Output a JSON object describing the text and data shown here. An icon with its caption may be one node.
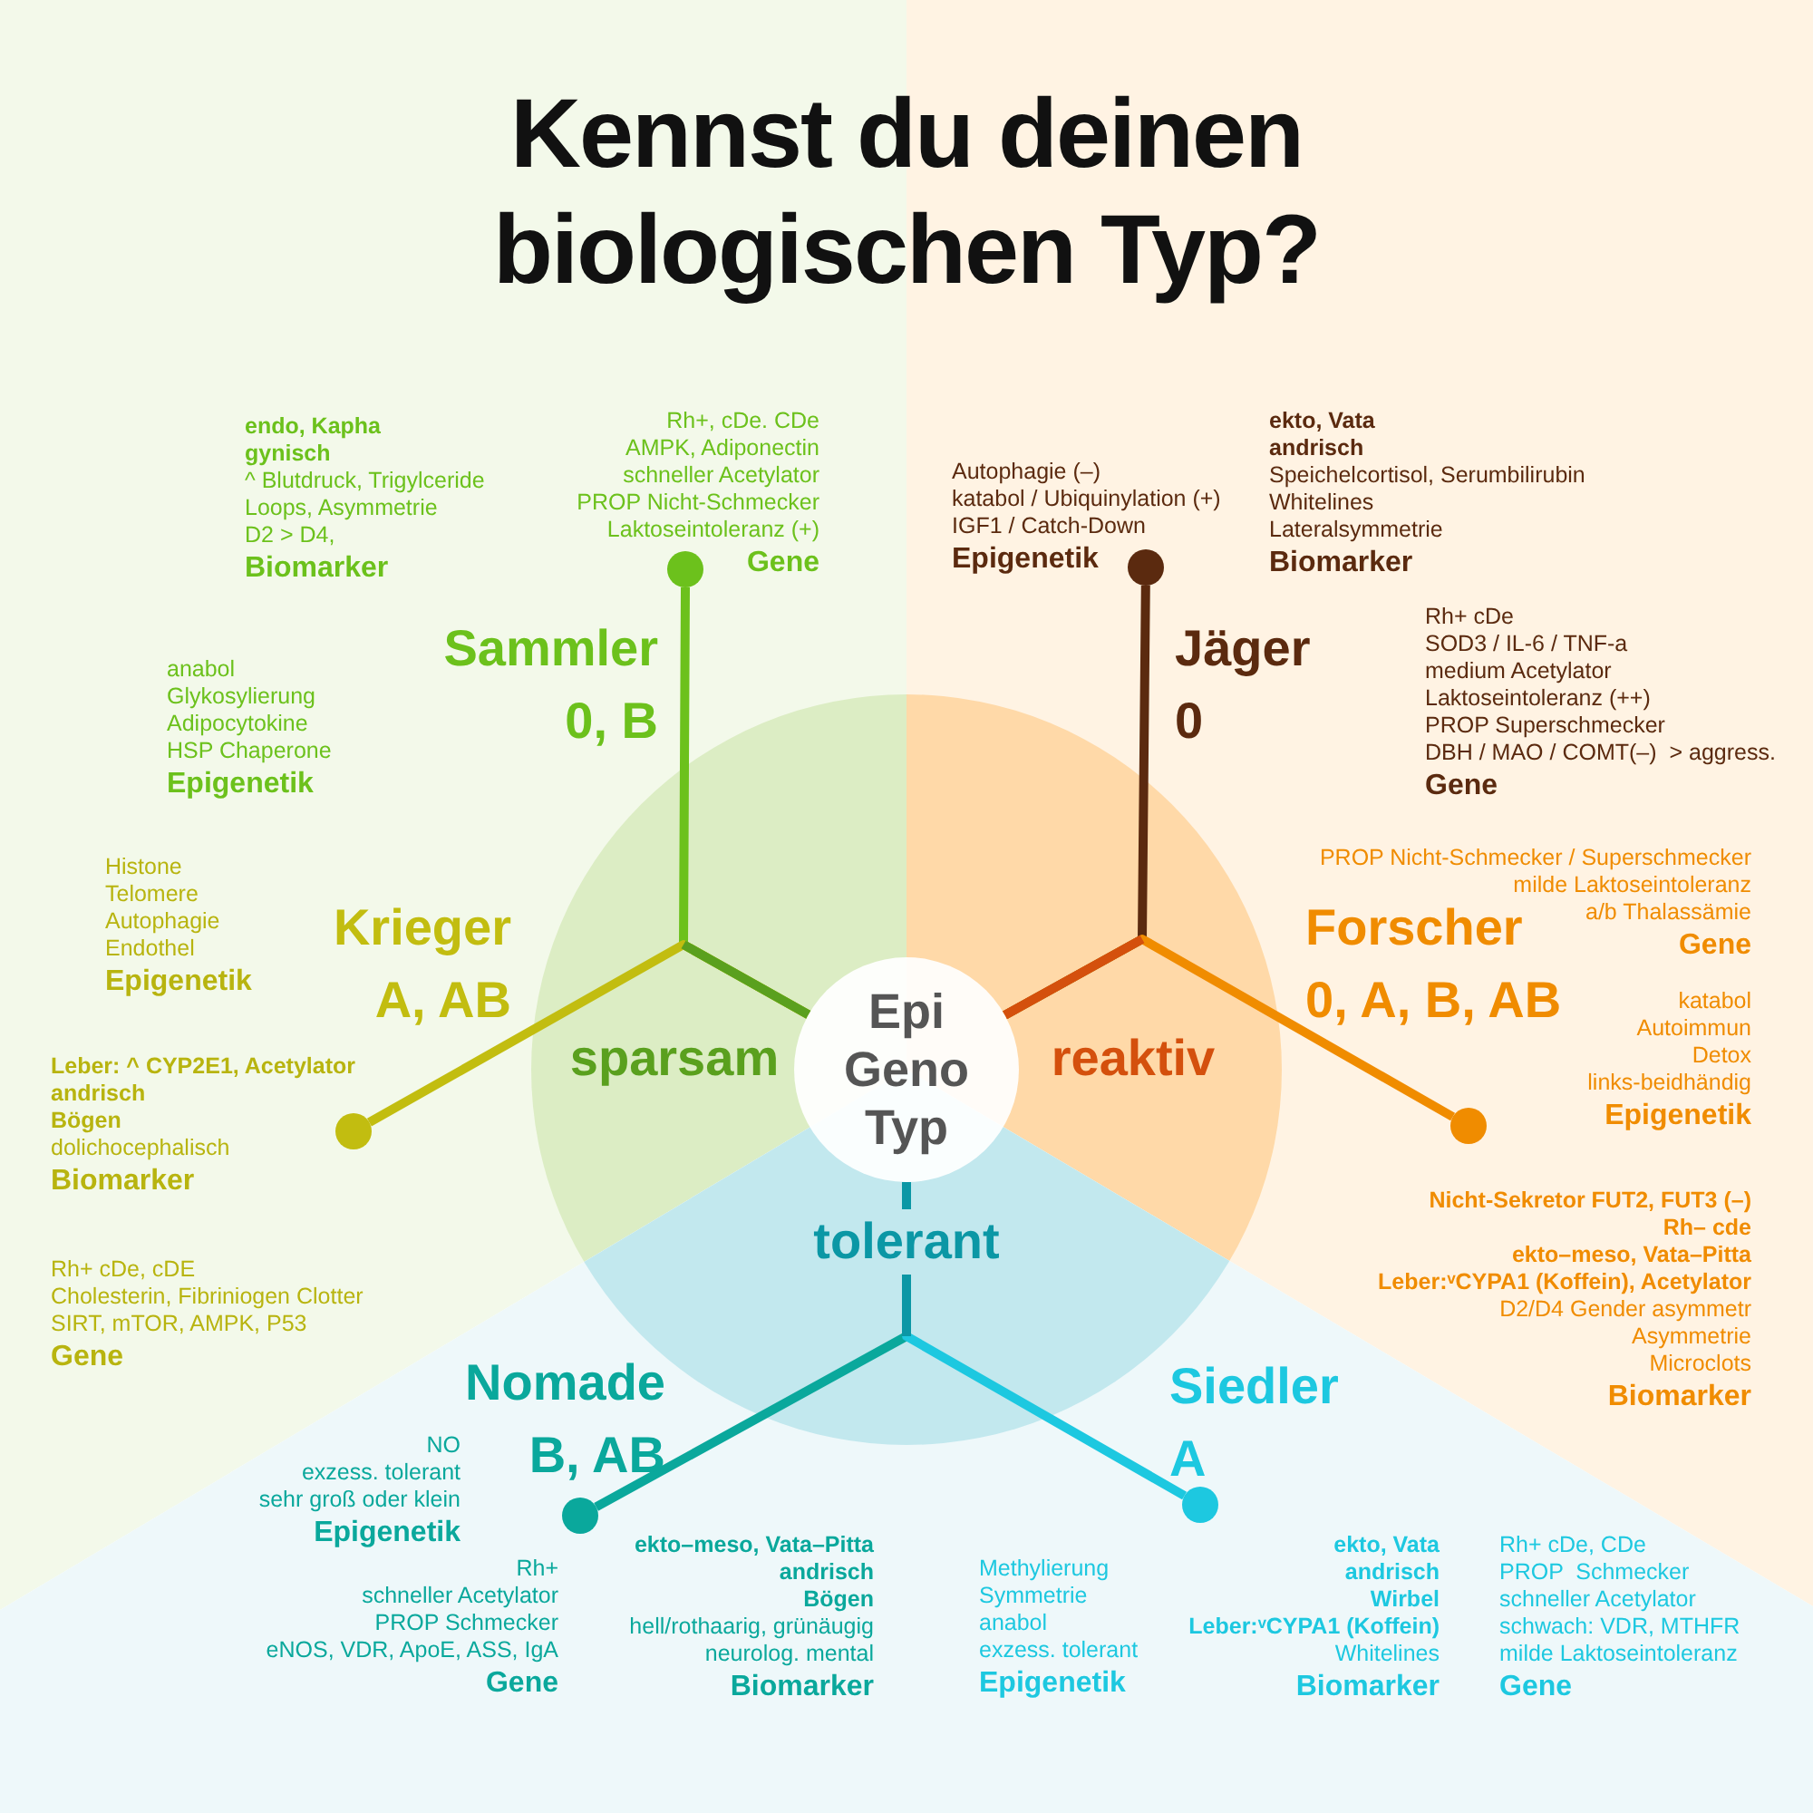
{
  "diagram": {
    "title": "Kennst du deinen biologischen Typ?",
    "nodes": [
      {
        "text": [
          "Epi Geno Typ"
        ]
      },
      {
        "text": [],
        "shape": "circle",
        "beside": [
          "Sammler",
          "0, B"
        ]
      },
      {
        "text": [],
        "shape": "circle",
        "beside": [
          "Krieger",
          "A, AB"
        ]
      },
      {
        "text": [],
        "shape": "circle",
        "beside": [
          "Jäger",
          "0"
        ]
      },
      {
        "text": [],
        "shape": "circle",
        "beside": [
          "Forscher",
          "0, A, B, AB"
        ]
      },
      {
        "text": [],
        "shape": "circle",
        "beside": [
          "Nomade",
          "B, AB"
        ]
      },
      {
        "text": [],
        "shape": "circle",
        "beside": [
          "Siedler",
          "A"
        ]
      }
    ],
    "edges": [
      {
        "from": 0,
        "to": 1,
        "arrow": "none",
        "color": "#6cc11c"
      },
      {
        "from": 0,
        "to": 2,
        "arrow": "none",
        "color": "#c2bd10"
      },
      {
        "from": 0,
        "to": 3,
        "arrow": "none",
        "color": "#5b2a0f"
      },
      {
        "from": 0,
        "to": 4,
        "arrow": "none",
        "color": "#f08c00"
      },
      {
        "from": 0,
        "to": 5,
        "arrow": "none",
        "color": "#0aa89c"
      },
      {
        "from": 0,
        "to": 6,
        "arrow": "none",
        "color": "#1dc8e0"
      }
    ],
    "labels": [
      "endo, Kapha",
      "gynisch",
      "^ Blutdruck, Trigylceride",
      "Loops, Asymmetrie",
      "D2 > D4,",
      "Biomarker",
      "Rh+, cDe. CDe",
      "AMPK, Adiponectin",
      "schneller Acetylator",
      "PROP Nicht-Schmecker",
      "Laktoseintoleranz (+)",
      "Gene",
      "ekto, Vata",
      "andrisch",
      "Speichelcortisol, Serumbilirubin",
      "Whitelines",
      "Lateralsymmetrie",
      "Biomarker",
      "Autophagie (–)",
      "katabol / Ubiquinylation (+)",
      "IGF1 / Catch-Down",
      "Epigenetik",
      "Rh+ cDe",
      "SOD3 / IL-6 / TNF-a",
      "medium Acetylator",
      "Laktoseintoleranz (++)",
      "PROP Superschmecker",
      "DBH / MAO / COMT(–)  > aggress.",
      "Gene",
      "anabol",
      "Glykosylierung",
      "Adipocytokine",
      "HSP Chaperone",
      "Epigenetik",
      "PROP Nicht-Schmecker / Superschmecker",
      "milde Laktoseintoleranz",
      "a/b Thalassämie",
      "Gene",
      "Histone",
      "Telomere",
      "Autophagie",
      "Endothel",
      "Epigenetik",
      "katabol",
      "Autoimmun",
      "Detox",
      "links-beidhändig",
      "Epigenetik",
      "Leber: ^ CYP2E1, Acetylator",
      "andrisch",
      "Bögen",
      "dolichocephalisch",
      "Biomarker",
      "sparsam",
      "reaktiv",
      "Nicht-Sekretor FUT2, FUT3 (–)",
      "Rh– cde",
      "ekto–meso, Vata–Pitta",
      "Leber:ᵛCYPA1 (Koffein), Acetylator",
      "D2/D4 Gender asymmetr",
      "Asymmetrie",
      "Microclots",
      "Biomarker",
      "tolerant",
      "Rh+ cDe, cDE",
      "Cholesterin, Fibriniogen Clotter",
      "SIRT, mTOR, AMPK, P53",
      "Gene",
      "NO",
      "exzess. tolerant",
      "sehr groß oder klein",
      "Epigenetik",
      "ekto–meso, Vata–Pitta",
      "andrisch",
      "Bögen",
      "hell/rothaarig, grünäugig",
      "neurolog. mental",
      "Biomarker",
      "Rh+",
      "schneller Acetylator",
      "PROP Schmecker",
      "eNOS, VDR, ApoE, ASS, IgA",
      "Gene",
      "ekto, Vata",
      "andrisch",
      "Wirbel",
      "Leber:ᵛCYPA1 (Koffein)",
      "Whitelines",
      "Biomarker",
      "Rh+ cDe, CDe",
      "PROP  Schmecker",
      "schneller Acetylator",
      "schwach: VDR, MTHFR",
      "milde Laktoseintoleranz",
      "Gene",
      "Methylierung",
      "Symmetrie",
      "anabol",
      "exzess. tolerant",
      "Epigenetik"
    ]
  }
}
